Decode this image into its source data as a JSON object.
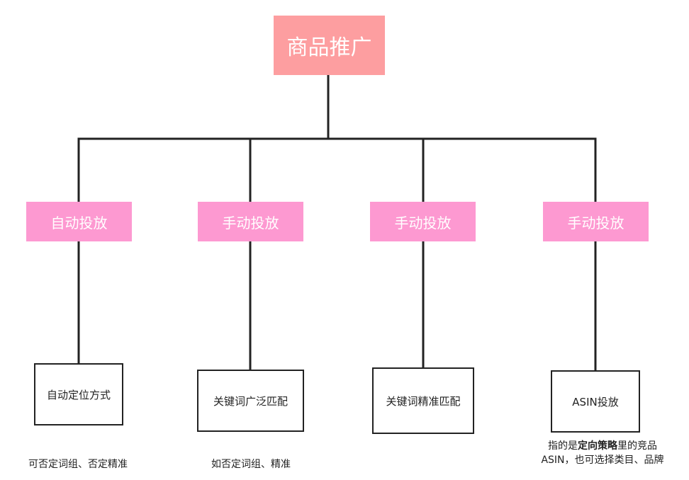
{
  "root": {
    "label": "商品推广"
  },
  "branches": [
    {
      "label": "自动投放"
    },
    {
      "label": "手动投放"
    },
    {
      "label": "手动投放"
    },
    {
      "label": "手动投放"
    }
  ],
  "leaves": [
    {
      "label": "自动定位方式"
    },
    {
      "label": "关键词广泛匹配"
    },
    {
      "label": "关键词精准匹配"
    },
    {
      "label": "ASIN投放"
    }
  ],
  "notes": {
    "auto": "可否定词组、否定精准",
    "broad": "如否定词组、精准",
    "asin": {
      "prefix": "指的是",
      "bold": "定向策略",
      "suffix": "里的竞品",
      "line2": "ASIN，也可选择类目、品牌"
    }
  },
  "colors": {
    "root_fill": "#fd9ea0",
    "branch_fill": "#fd99d1",
    "line": "#222222"
  }
}
